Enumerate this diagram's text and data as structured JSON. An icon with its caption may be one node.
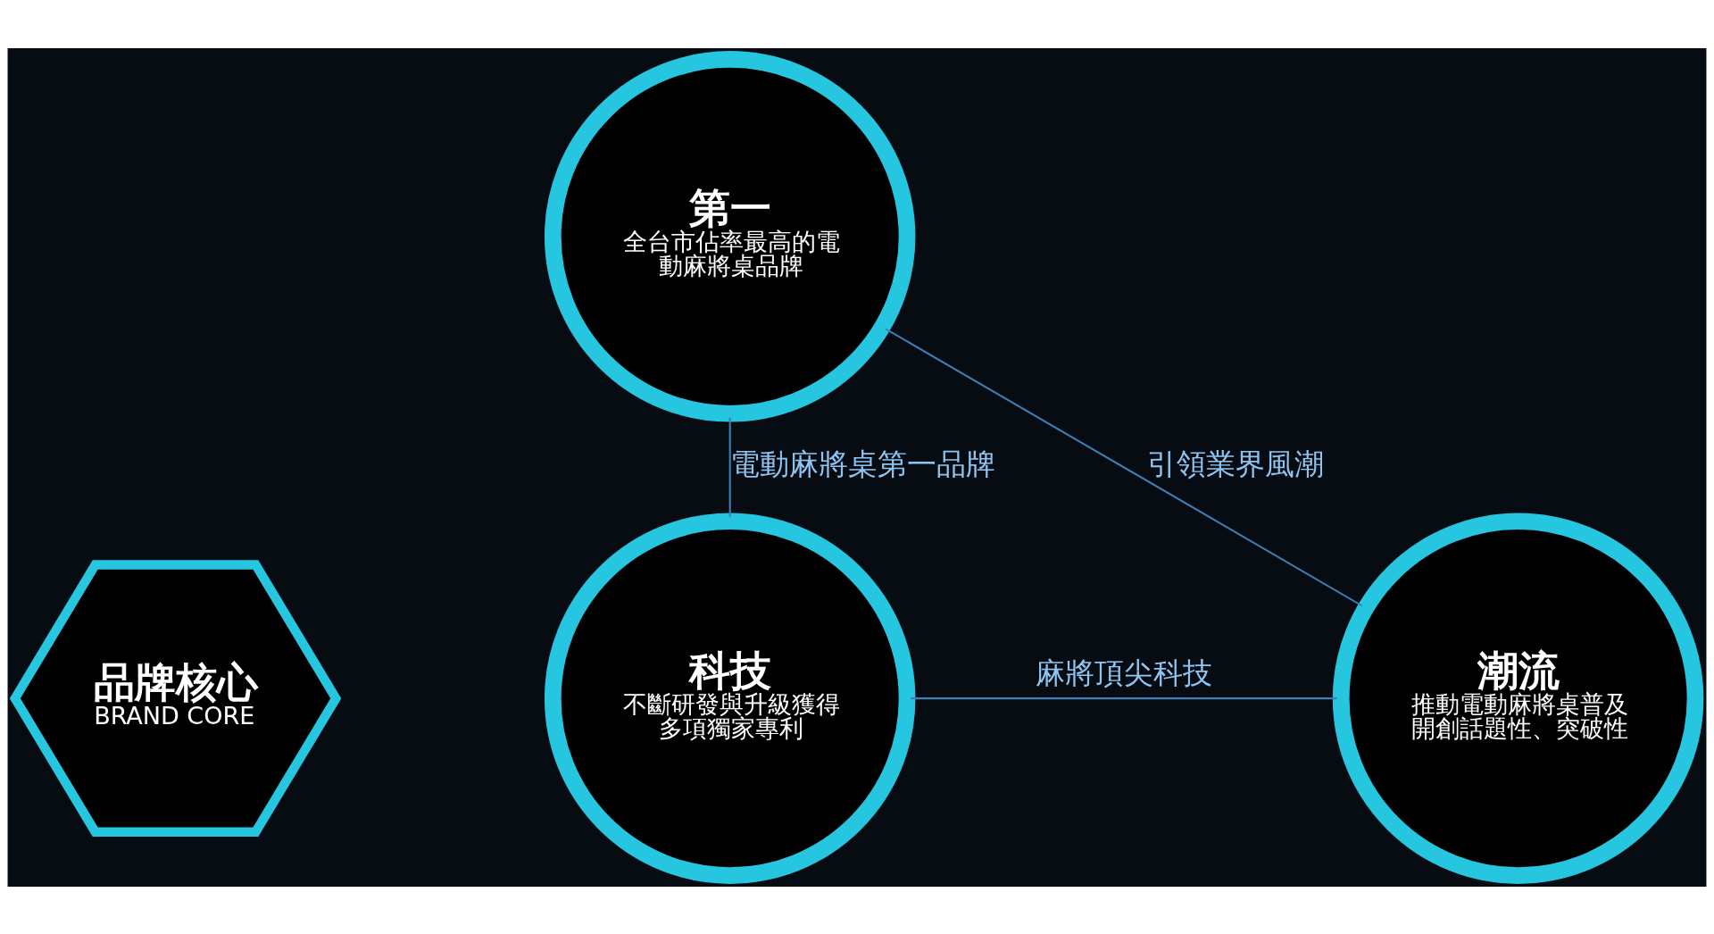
{
  "diagram": {
    "nodes": [
      {
        "text": [
          "第一",
          "全台市佔率最高的電動麻將桌品牌"
        ]
      },
      {
        "text": [
          "品牌核心",
          "BRAND CORE"
        ]
      },
      {
        "text": [
          "科技",
          "不斷研發與升級獲得多項獨家專利"
        ]
      },
      {
        "text": [
          "潮流",
          "推動電動麻將桌普及開創話題性、突破性"
        ]
      }
    ],
    "edges": [
      {
        "from": 0,
        "to": 2,
        "arrow": "none",
        "label": "電動麻將桌第一品牌"
      },
      {
        "from": 0,
        "to": 3,
        "arrow": "none",
        "label": "引領業界風潮"
      },
      {
        "from": 2,
        "to": 3,
        "arrow": "none",
        "label": "麻將頂尖科技"
      }
    ]
  }
}
